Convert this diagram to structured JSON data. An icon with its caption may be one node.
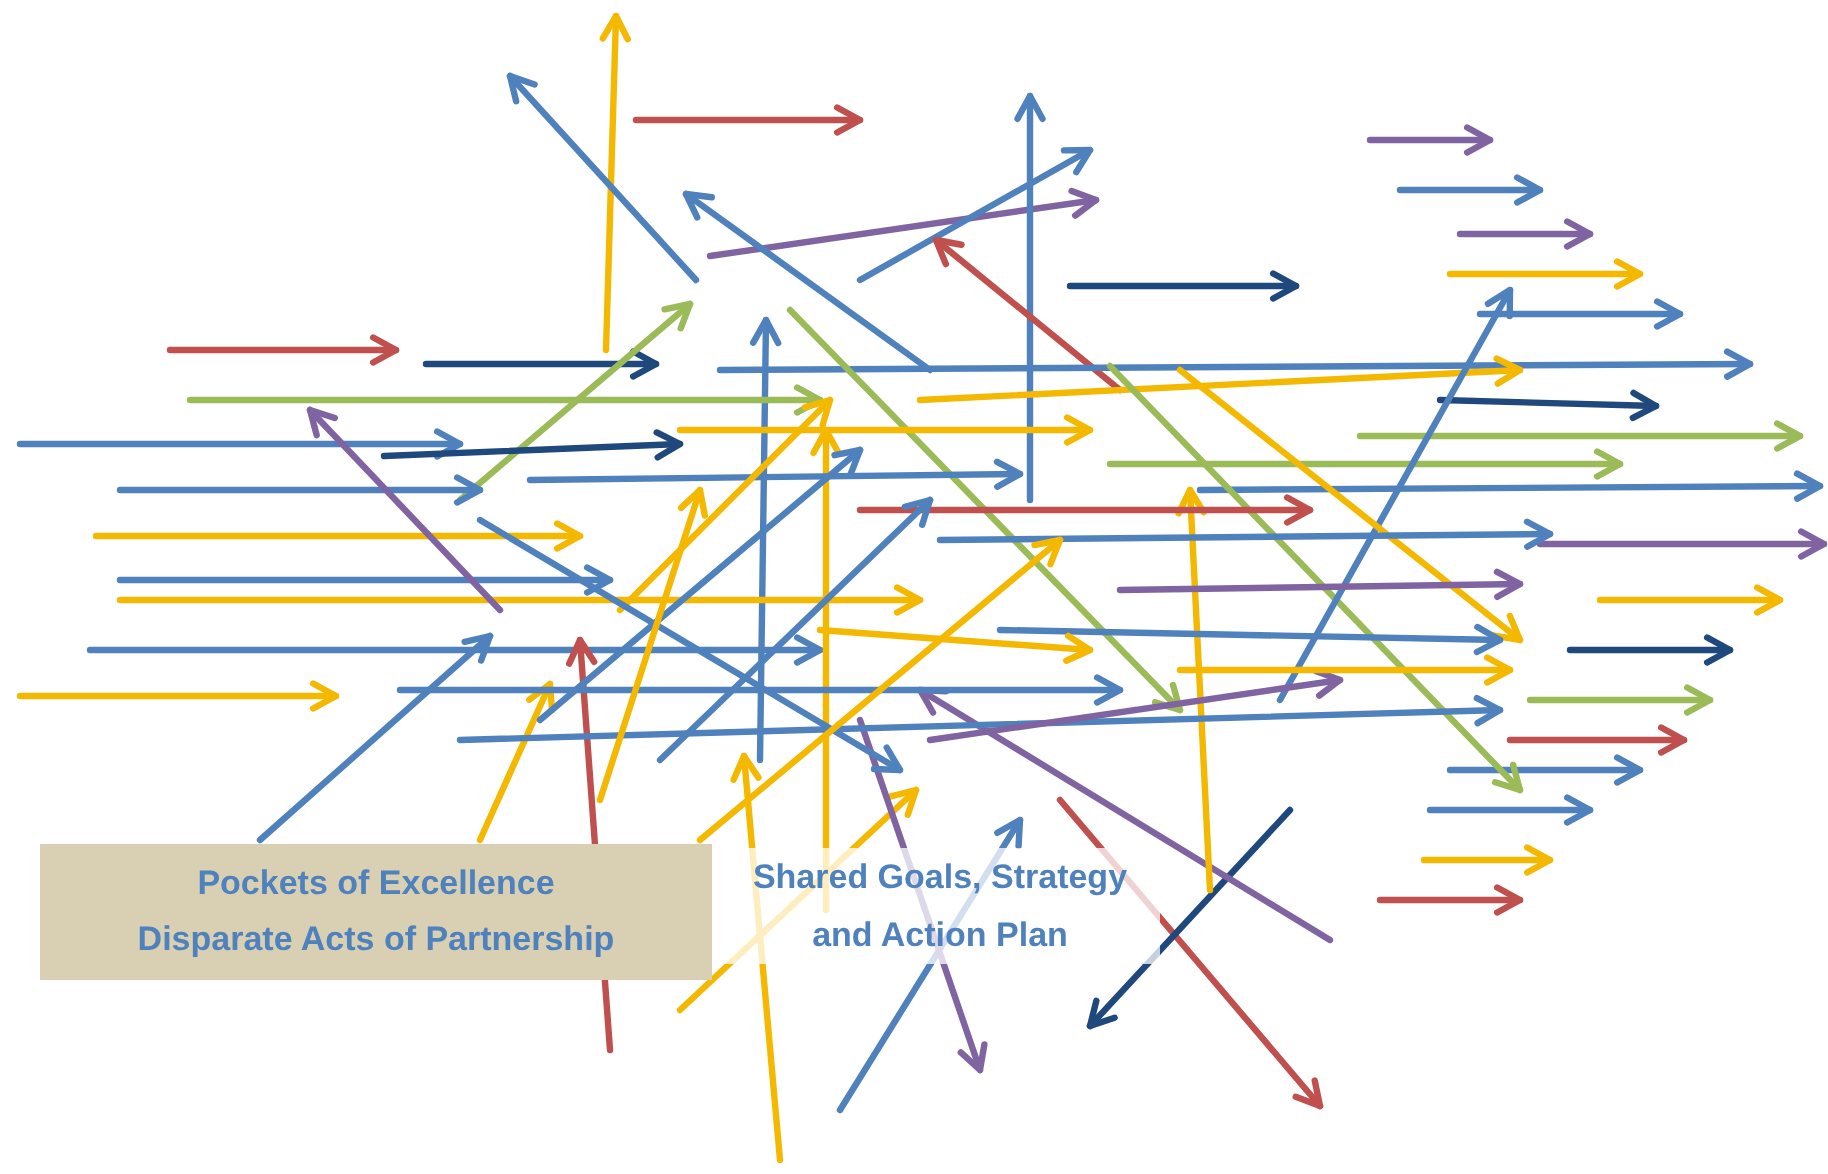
{
  "diagram": {
    "nodes": [
      {
        "text": [
          "Pockets of Excellence",
          "Disparate Acts of Partnership"
        ]
      }
    ],
    "labels": [
      "Shared Goals, Strategy and Action Plan"
    ]
  }
}
